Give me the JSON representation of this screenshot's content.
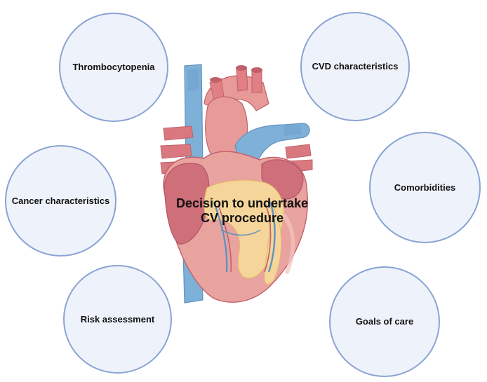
{
  "diagram": {
    "center_label_line1": "Decision to undertake",
    "center_label_line2": "CV procedure",
    "factors": {
      "top_left": "Thrombocytopenia",
      "top_right": "CVD characteristics",
      "middle_left": "Cancer characteristics",
      "middle_right": "Comorbidities",
      "bottom_left": "Risk assessment",
      "bottom_right": "Goals of care"
    }
  },
  "colors": {
    "bubble_fill": "#eef2fb",
    "bubble_border": "#8aa4d3",
    "heart_muscle": "#e79a98",
    "heart_dark": "#cf6f79",
    "vessel_blue": "#7fb0d8",
    "fat_yellow": "#f6d59a"
  },
  "icons": {
    "heart": "anatomical-heart-illustration"
  }
}
